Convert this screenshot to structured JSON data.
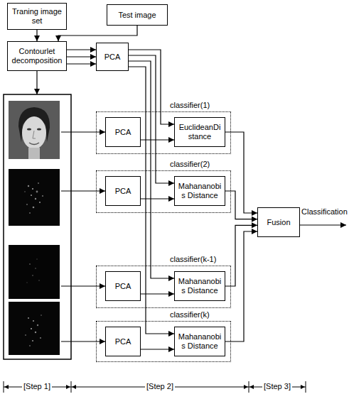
{
  "diagram": {
    "nodes": [
      {
        "text": [
          "Traning image set"
        ]
      },
      {
        "text": [
          "Test image"
        ]
      },
      {
        "text": [
          "Contourlet decomposition"
        ]
      },
      {
        "text": [
          "PCA"
        ]
      },
      {
        "text": [
          "classifier(1)"
        ]
      },
      {
        "text": [
          "PCA"
        ],
        "in": 4
      },
      {
        "text": [
          "EuclideanDistance"
        ],
        "in": 4
      },
      {
        "text": [
          "classifier(2)"
        ]
      },
      {
        "text": [
          "PCA"
        ],
        "in": 7
      },
      {
        "text": [
          "Mahananobis Distance"
        ],
        "in": 7
      },
      {
        "text": [
          "classifier(k-1)"
        ]
      },
      {
        "text": [
          "PCA"
        ],
        "in": 10
      },
      {
        "text": [
          "Mahananobis Distance"
        ],
        "in": 10
      },
      {
        "text": [
          "classifier(k)"
        ]
      },
      {
        "text": [
          "PCA"
        ],
        "in": 13
      },
      {
        "text": [
          "Mahananobis Distance"
        ],
        "in": 13
      },
      {
        "text": [
          "Fusion"
        ]
      }
    ],
    "edges": [
      {
        "from": 0,
        "to": 2,
        "arrow": "to"
      },
      {
        "from": 1,
        "to": 2,
        "arrow": "to"
      },
      {
        "from": 2,
        "to": 3,
        "arrow": "to"
      },
      {
        "from": 2,
        "to": 3,
        "arrow": "to"
      },
      {
        "from": 2,
        "to": 3,
        "arrow": "to"
      },
      {
        "from": 3,
        "to": 6,
        "arrow": "to"
      },
      {
        "from": 3,
        "to": 9,
        "arrow": "to"
      },
      {
        "from": 3,
        "to": 12,
        "arrow": "to"
      },
      {
        "from": 3,
        "to": 15,
        "arrow": "to"
      },
      {
        "from": 5,
        "to": 6,
        "arrow": "to"
      },
      {
        "from": 8,
        "to": 9,
        "arrow": "to"
      },
      {
        "from": 11,
        "to": 12,
        "arrow": "to"
      },
      {
        "from": 14,
        "to": 15,
        "arrow": "to"
      },
      {
        "from": 6,
        "to": 16,
        "arrow": "to"
      },
      {
        "from": 9,
        "to": 16,
        "arrow": "to"
      },
      {
        "from": 12,
        "to": 16,
        "arrow": "to"
      },
      {
        "from": 15,
        "to": 16,
        "arrow": "to"
      }
    ],
    "labels": [
      "Classification",
      "[Step 1]",
      "[Step 2]",
      "[Step 3]"
    ]
  }
}
